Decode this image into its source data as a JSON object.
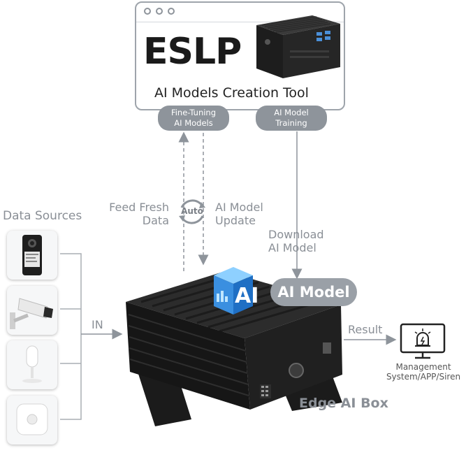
{
  "top_window": {
    "brand": "ESLP",
    "subtitle": "AI Models Creation Tool"
  },
  "pills": {
    "fine_tuning_line1": "Fine-Tuning",
    "fine_tuning_line2": "AI Models",
    "training_line1": "AI Model",
    "training_line2": "Training"
  },
  "flow_labels": {
    "feed_line1": "Feed Fresh",
    "feed_line2": "Data",
    "auto": "Auto",
    "update_line1": "AI Model",
    "update_line2": "Update",
    "download_line1": "Download",
    "download_line2": "AI Model",
    "in": "IN",
    "result": "Result"
  },
  "data_sources": {
    "title": "Data Sources",
    "items": [
      "body-camera-icon",
      "cctv-camera-icon",
      "microphone-icon",
      "motion-sensor-icon"
    ]
  },
  "ai_chip": {
    "text": "AI"
  },
  "ai_model": {
    "label": "AI Model"
  },
  "edge_box": {
    "label": "Edge AI Box"
  },
  "output": {
    "line1": "Management",
    "line2": "System/APP/Siren",
    "icon": "monitor-alarm-icon"
  },
  "colors": {
    "gray": "#8e949b",
    "text_gray": "#8a8f96",
    "black": "#1a1a1a",
    "chip_blue": "#2a7fd4"
  }
}
